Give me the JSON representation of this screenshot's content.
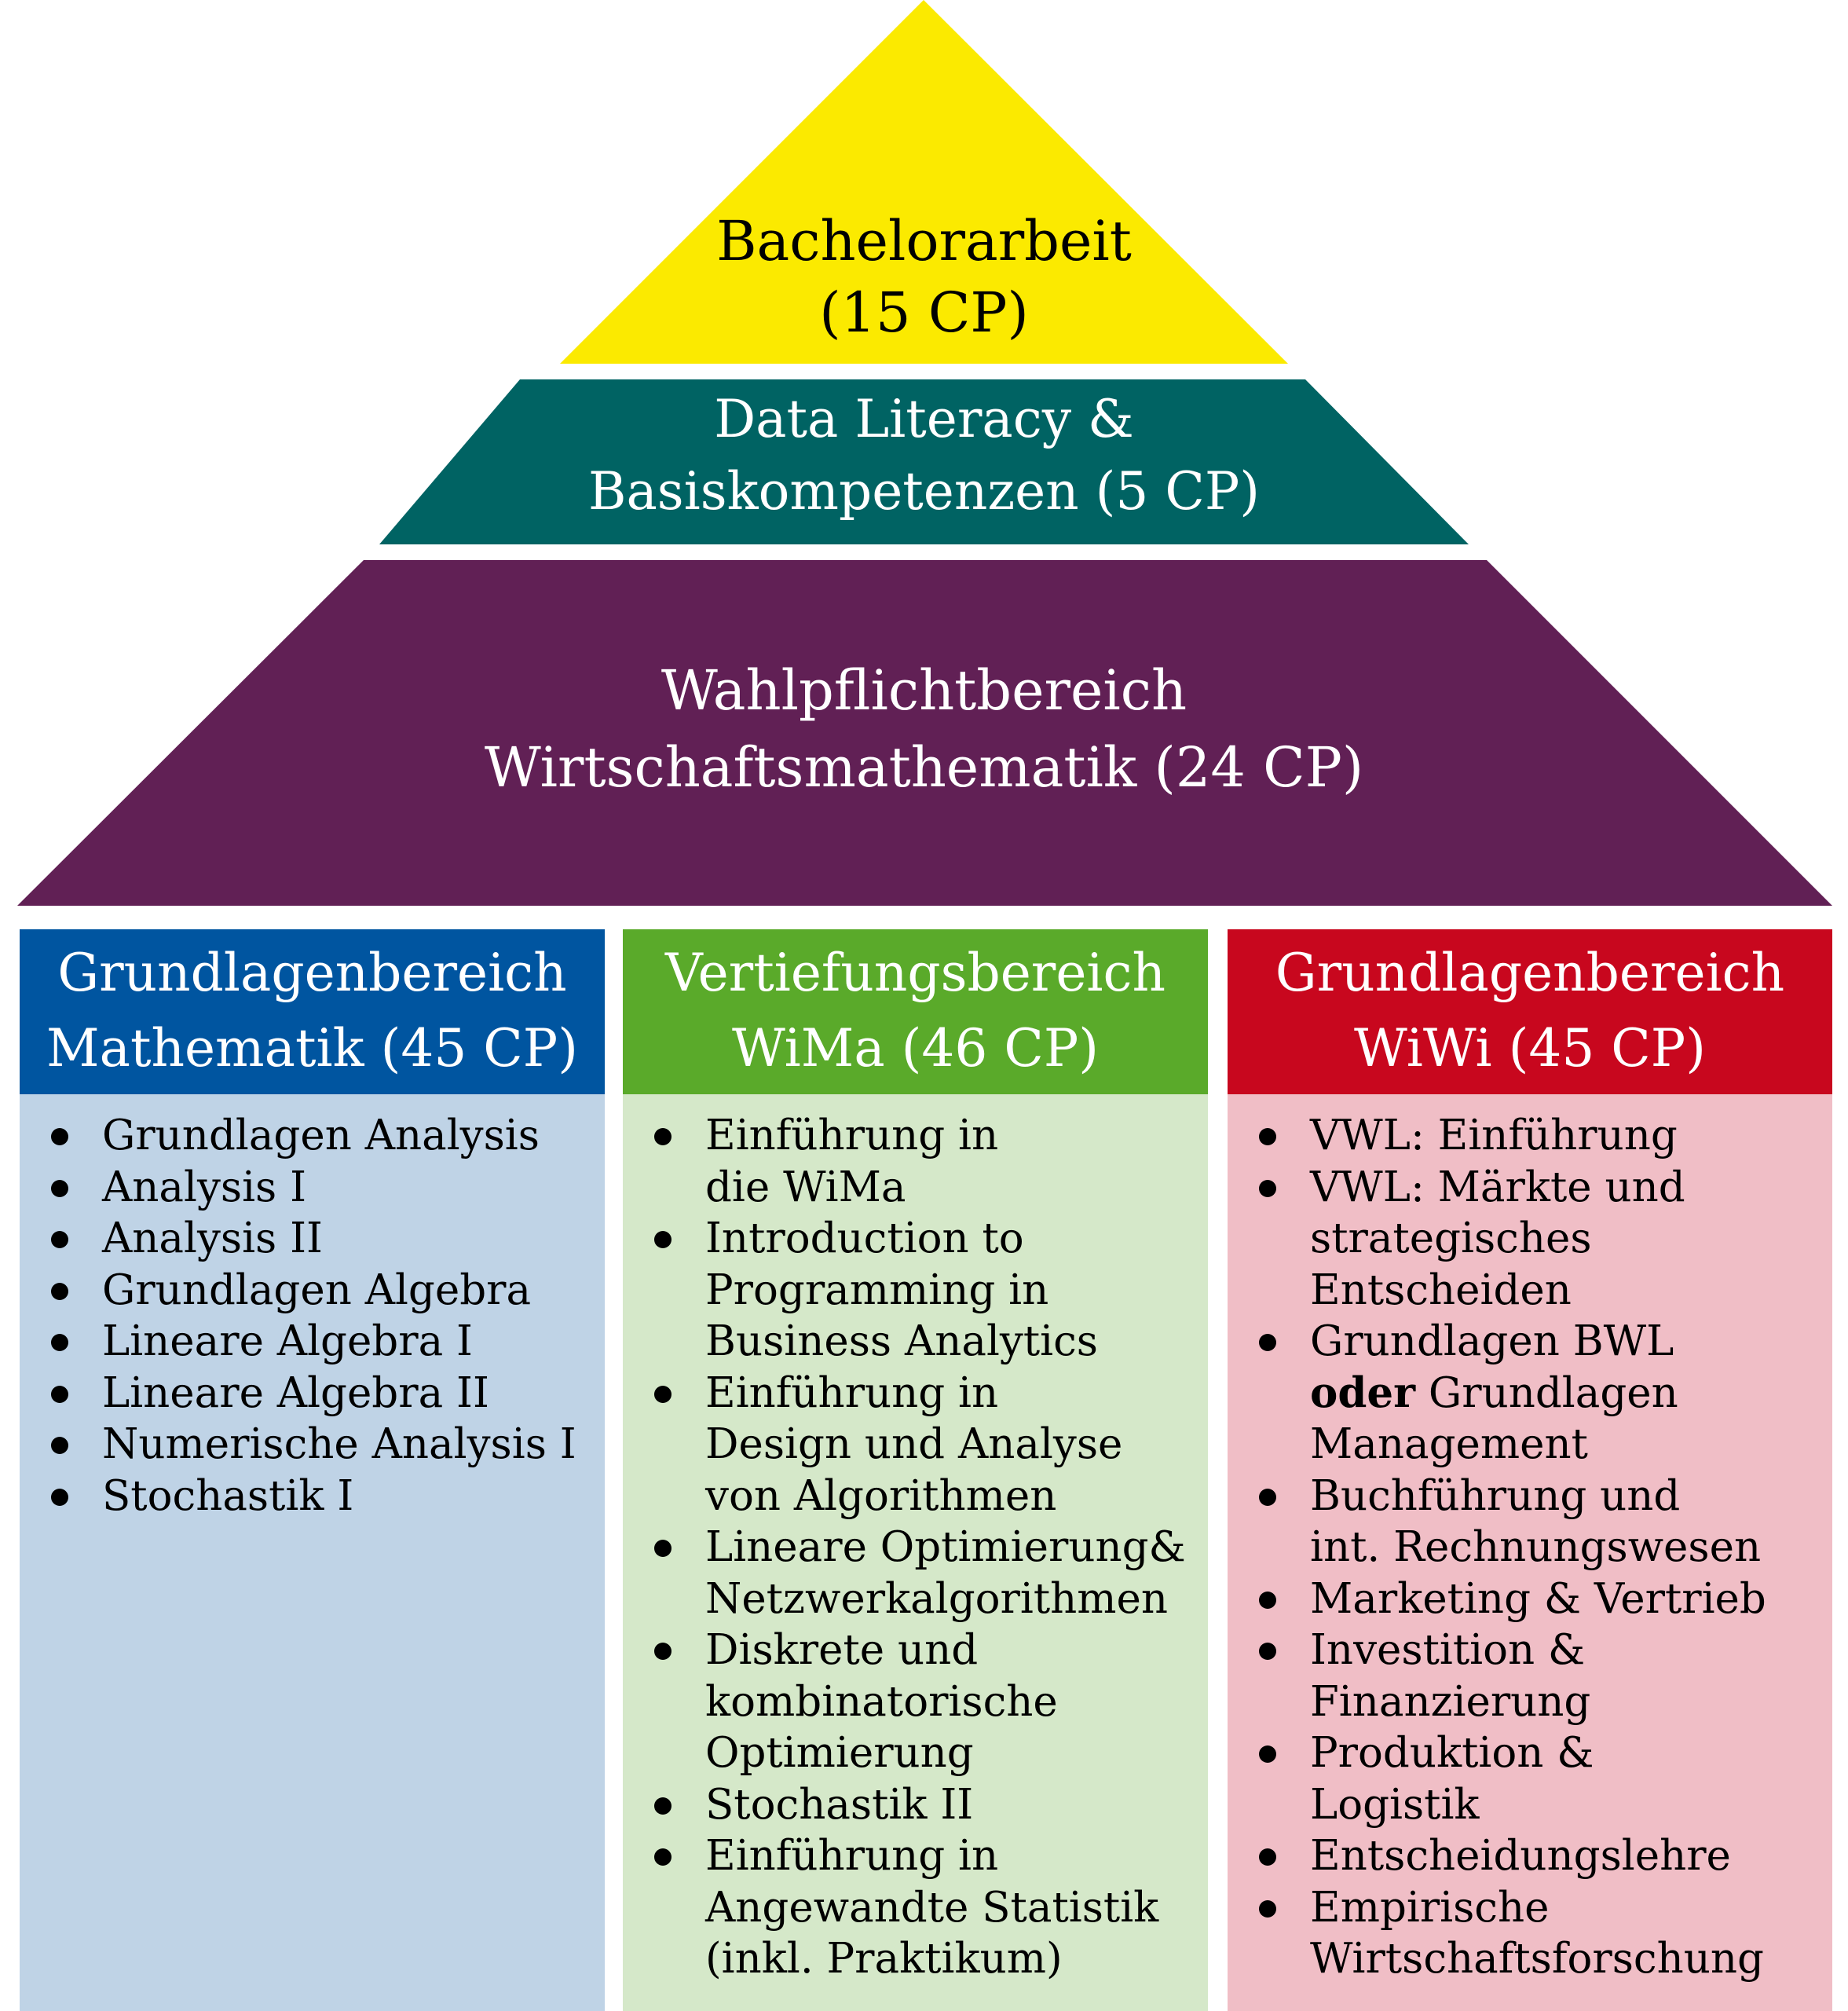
{
  "colors": {
    "roof_top": "#fbea00",
    "roof_middle": "#006363",
    "roof_base": "#612055",
    "math_head": "#0055a0",
    "math_body": "#bfd3e6",
    "wima_head": "#5aaa2a",
    "wima_body": "#d5e8c9",
    "wiwi_head": "#c8071e",
    "wiwi_body": "#f0bec6"
  },
  "roof": {
    "top": {
      "line1": "Bachelorarbeit",
      "line2": "(15 CP)"
    },
    "middle": {
      "line1": "Data Literacy &",
      "line2": "Basiskompetenzen (5 CP)"
    },
    "base": {
      "line1": "Wahlpflichtbereich",
      "line2": "Wirtschaftsmathematik (24 CP)"
    }
  },
  "columns": [
    {
      "title_line1": "Grundlagenbereich",
      "title_line2": "Mathematik (45 CP)",
      "items": [
        "Grundlagen Analysis",
        "Analysis I",
        "Analysis II",
        "Grundlagen Algebra",
        "Lineare Algebra I",
        "Lineare Algebra II",
        "Numerische Analysis I",
        "Stochastik I"
      ]
    },
    {
      "title_line1": "Vertiefungsbereich",
      "title_line2": "WiMa (46 CP)",
      "items": [
        [
          "Einführung in",
          "die WiMa"
        ],
        [
          "Introduction to",
          "Programming in",
          "Business Analytics"
        ],
        [
          "Einführung in",
          "Design und Analyse",
          "von Algorithmen"
        ],
        [
          "Lineare Optimierung&",
          "Netzwerkalgorithmen"
        ],
        [
          "Diskrete und",
          "kombinatorische",
          "Optimierung"
        ],
        [
          "Stochastik II"
        ],
        [
          "Einführung in",
          "Angewandte Statistik",
          "(inkl. Praktikum)"
        ]
      ]
    },
    {
      "title_line1": "Grundlagenbereich",
      "title_line2": "WiWi (45 CP)",
      "items": [
        [
          "VWL: Einführung"
        ],
        [
          "VWL: Märkte und",
          "strategisches",
          "Entscheiden"
        ],
        [
          "Grundlagen BWL",
          "oder|Grundlagen",
          "Management"
        ],
        [
          "Buchführung und",
          "int. Rechnungswesen"
        ],
        [
          "Marketing & Vertrieb"
        ],
        [
          "Investition &",
          "Finanzierung"
        ],
        [
          "Produktion &",
          "Logistik"
        ],
        [
          "Entscheidungslehre"
        ],
        [
          "Empirische",
          "Wirtschaftsforschung"
        ]
      ]
    }
  ]
}
